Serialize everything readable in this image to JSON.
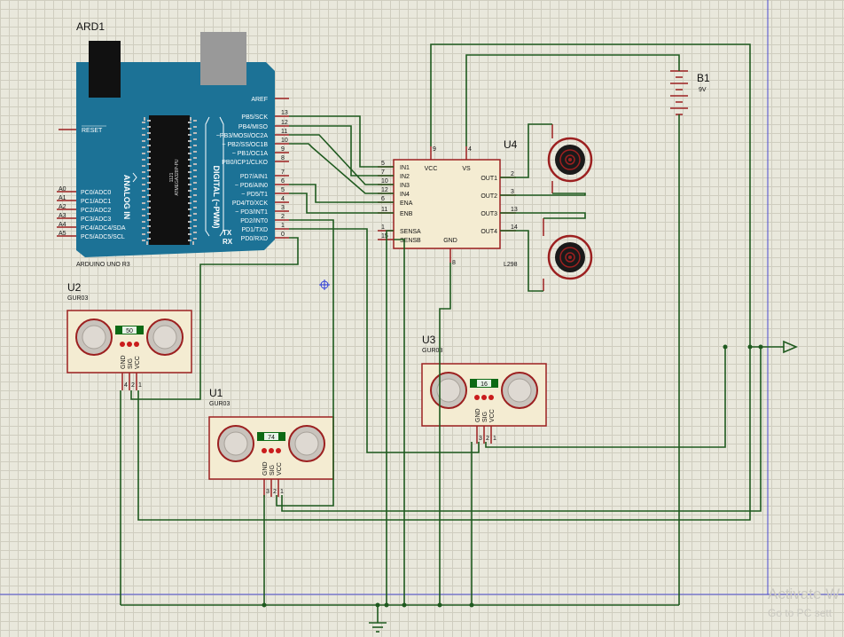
{
  "arduino": {
    "ref": "ARD1",
    "model": "ARDUINO UNO R3",
    "chip": "ATMEGA328P-PU",
    "chip_num": "1121",
    "aref": "AREF",
    "reset": "RESET",
    "analog_label": "ANALOG IN",
    "digital_label": "DIGITAL (~PWM)",
    "tx": "TX",
    "rx": "RX",
    "analog_pins": [
      {
        "n": "A0",
        "name": "PC0/ADC0"
      },
      {
        "n": "A1",
        "name": "PC1/ADC1"
      },
      {
        "n": "A2",
        "name": "PC2/ADC2"
      },
      {
        "n": "A3",
        "name": "PC3/ADC3"
      },
      {
        "n": "A4",
        "name": "PC4/ADC4/SDA"
      },
      {
        "n": "A5",
        "name": "PC5/ADC5/SCL"
      }
    ],
    "digital_pins": [
      {
        "n": "13",
        "name": "PB5/SCK"
      },
      {
        "n": "12",
        "name": "PB4/MISO"
      },
      {
        "n": "11",
        "name": "~PB3/MOSI/OC2A"
      },
      {
        "n": "10",
        "name": "~ PB2/SS/OC1B"
      },
      {
        "n": "9",
        "name": "~ PB1/OC1A"
      },
      {
        "n": "8",
        "name": "PB0/ICP1/CLKO"
      },
      {
        "n": "7",
        "name": "PD7/AIN1"
      },
      {
        "n": "6",
        "name": "~ PD6/AIN0"
      },
      {
        "n": "5",
        "name": "~ PD5/T1"
      },
      {
        "n": "4",
        "name": "PD4/T0/XCK"
      },
      {
        "n": "3",
        "name": "~ PD3/INT1"
      },
      {
        "n": "2",
        "name": "PD2/INT0"
      },
      {
        "n": "1",
        "name": "PD1/TXD"
      },
      {
        "n": "0",
        "name": "PD0/RXD"
      }
    ]
  },
  "driver": {
    "ref": "U4",
    "part": "L298",
    "left_pins": [
      {
        "n": "5",
        "name": "IN1"
      },
      {
        "n": "7",
        "name": "IN2"
      },
      {
        "n": "10",
        "name": "IN3"
      },
      {
        "n": "12",
        "name": "IN4"
      },
      {
        "n": "6",
        "name": "ENA"
      },
      {
        "n": "11",
        "name": "ENB"
      },
      {
        "n": "1",
        "name": "SENSA"
      },
      {
        "n": "15",
        "name": "SENSB"
      }
    ],
    "right_pins": [
      {
        "n": "2",
        "name": "OUT1"
      },
      {
        "n": "3",
        "name": "OUT2"
      },
      {
        "n": "13",
        "name": "OUT3"
      },
      {
        "n": "14",
        "name": "OUT4"
      }
    ],
    "vcc": {
      "n": "9",
      "name": "VCC"
    },
    "vs": {
      "n": "4",
      "name": "VS"
    },
    "gnd": {
      "n": "8",
      "name": "GND"
    }
  },
  "battery": {
    "ref": "B1",
    "value": "9V"
  },
  "sensors": [
    {
      "ref": "U2",
      "part": "GUR03",
      "reading": "50",
      "pins": [
        "GND",
        "SIG",
        "VCC"
      ],
      "pin_nums": [
        "4",
        "2",
        "1"
      ]
    },
    {
      "ref": "U1",
      "part": "GUR03",
      "reading": "74",
      "pins": [
        "GND",
        "SIG",
        "VCC"
      ],
      "pin_nums": [
        "3",
        "2",
        "1"
      ]
    },
    {
      "ref": "U3",
      "part": "GUR03",
      "reading": "16",
      "pins": [
        "GND",
        "SIG",
        "VCC"
      ],
      "pin_nums": [
        "3",
        "2",
        "1"
      ]
    }
  ],
  "watermark": {
    "line1": "Activate W",
    "line2": "Go to PC sett"
  },
  "colors": {
    "wire": "#1f5a1f",
    "part_border": "#9c2020",
    "part_fill": "#f4ecd2",
    "board": "#1c7296"
  }
}
